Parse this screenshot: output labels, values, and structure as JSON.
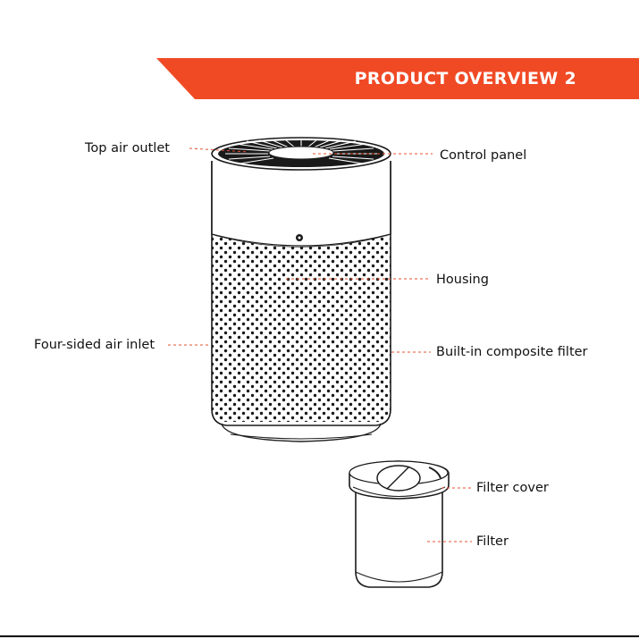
{
  "header": {
    "title": "PRODUCT OVERVIEW  2"
  },
  "colors": {
    "banner": "#f04a25",
    "leader": "#e8502f",
    "line": "#1a1a1a"
  },
  "callouts": {
    "top_air_outlet": "Top air outlet",
    "control_panel": "Control panel",
    "housing": "Housing",
    "four_sided_air_inlet": "Four-sided air inlet",
    "built_in_composite_filter": "Built-in composite filter",
    "filter_cover": "Filter cover",
    "filter": "Filter"
  }
}
